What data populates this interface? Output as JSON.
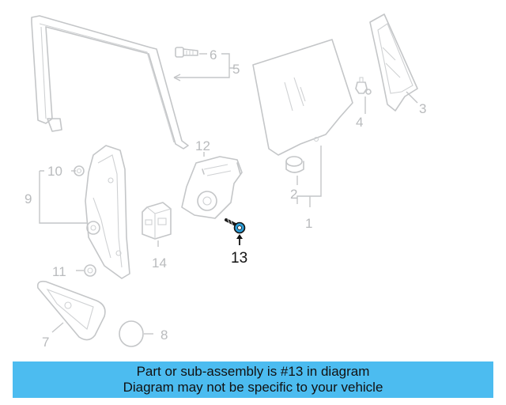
{
  "callouts": {
    "c1": "1",
    "c2": "2",
    "c3": "3",
    "c4": "4",
    "c5": "5",
    "c6": "6",
    "c7": "7",
    "c8": "8",
    "c9": "9",
    "c10": "10",
    "c11": "11",
    "c12": "12",
    "c13": "13",
    "c14": "14"
  },
  "highlighted_part": "13",
  "colors": {
    "banner": "#4cbcf0",
    "parts": "#c4c6c8",
    "highlight_part": "#2e9ed8"
  },
  "banner": {
    "line1": "Part or sub-assembly is #13 in diagram",
    "line2": "Diagram may not be specific to your vehicle"
  }
}
